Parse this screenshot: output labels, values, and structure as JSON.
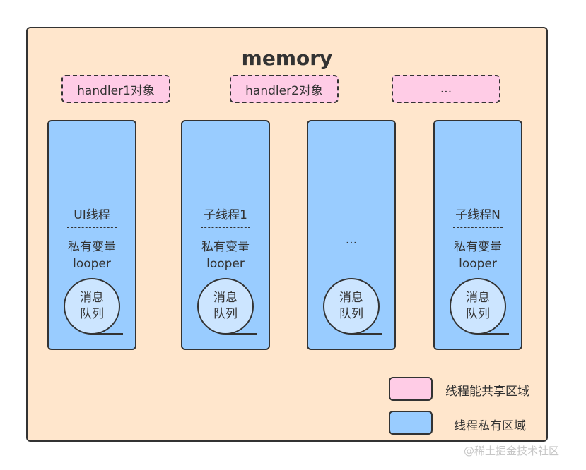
{
  "memory": {
    "title": "memory"
  },
  "shared_objects": [
    {
      "label": "handler1对象"
    },
    {
      "label": "handler2对象"
    },
    {
      "label": "..."
    }
  ],
  "threads": [
    {
      "name": "UI线程",
      "divider": "---------",
      "private_var": "私有变量",
      "looper": "looper",
      "queue_line1": "消息",
      "queue_line2": "队列"
    },
    {
      "name": "子线程1",
      "divider": "---------",
      "private_var": "私有变量",
      "looper": "looper",
      "queue_line1": "消息",
      "queue_line2": "队列"
    },
    {
      "ellipsis": "...",
      "queue_line1": "消息",
      "queue_line2": "队列"
    },
    {
      "name": "子线程N",
      "divider": "---------",
      "private_var": "私有变量",
      "looper": "looper",
      "queue_line1": "消息",
      "queue_line2": "队列"
    }
  ],
  "legend": [
    {
      "label": "线程能共享区域",
      "color": "#ffcce6"
    },
    {
      "label": "线程私有区域",
      "color": "#99ccff"
    }
  ],
  "watermark": "@稀土掘金技术社区",
  "colors": {
    "memory_fill": "#ffe6cc",
    "shared_fill": "#ffcce6",
    "thread_fill": "#99ccff",
    "queue_fill": "#cce5ff",
    "stroke": "#333333"
  }
}
